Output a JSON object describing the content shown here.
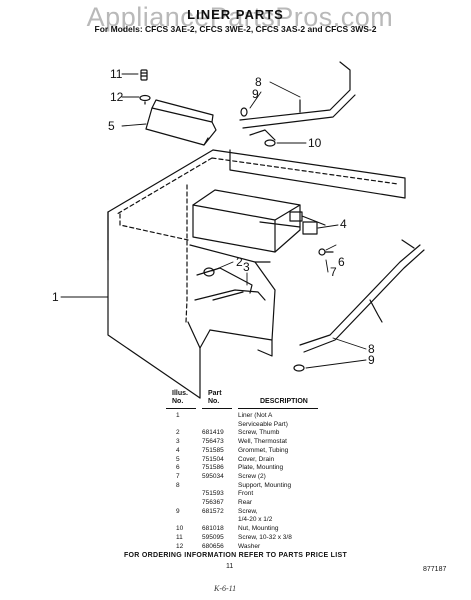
{
  "watermark": "AppliancePartsPros.com",
  "title": "LINER PARTS",
  "subtitle": "For Models: CFCS 3AE-2, CFCS 3WE-2, CFCS 3AS-2 and CFCS 3WS-2",
  "callouts": [
    "1",
    "2",
    "3",
    "4",
    "5",
    "6",
    "7",
    "8",
    "8",
    "9",
    "9",
    "10",
    "11",
    "12"
  ],
  "parts_table": {
    "headers": {
      "illus": "Illus.",
      "no": "No.",
      "part": "Part",
      "partno": "No.",
      "description": "DESCRIPTION"
    },
    "rows": [
      {
        "illus": "1",
        "part": "",
        "description": "Liner (Not A"
      },
      {
        "illus": "",
        "part": "",
        "description": "Serviceable Part)"
      },
      {
        "illus": "2",
        "part": "681419",
        "description": "Screw, Thumb"
      },
      {
        "illus": "3",
        "part": "756473",
        "description": "Well, Thermostat"
      },
      {
        "illus": "4",
        "part": "751585",
        "description": "Grommet, Tubing"
      },
      {
        "illus": "5",
        "part": "751504",
        "description": "Cover, Drain"
      },
      {
        "illus": "6",
        "part": "751586",
        "description": "Plate, Mounting"
      },
      {
        "illus": "7",
        "part": "595034",
        "description": "Screw (2)"
      },
      {
        "illus": "8",
        "part": "",
        "description": "Support, Mounting"
      },
      {
        "illus": "",
        "part": "751593",
        "description": "Front"
      },
      {
        "illus": "",
        "part": "756367",
        "description": "Rear"
      },
      {
        "illus": "9",
        "part": "681572",
        "description": "Screw,"
      },
      {
        "illus": "",
        "part": "",
        "description": "1/4-20 x 1/2"
      },
      {
        "illus": "10",
        "part": "681018",
        "description": "Nut, Mounting"
      },
      {
        "illus": "11",
        "part": "595095",
        "description": "Screw, 10-32 x 3/8"
      },
      {
        "illus": "12",
        "part": "680656",
        "description": "Washer"
      }
    ]
  },
  "footer": "FOR ORDERING INFORMATION REFER TO PARTS PRICE LIST",
  "page_number": "11",
  "figure_number": "877187",
  "handwritten_note": "K-6-11"
}
